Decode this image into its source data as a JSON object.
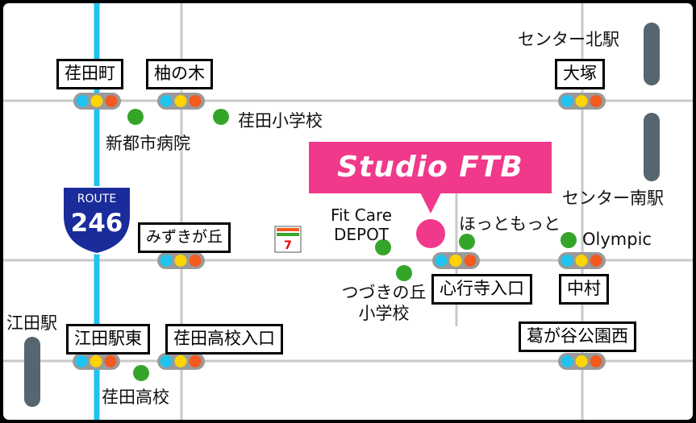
{
  "brand": {
    "name": "Studio FTB",
    "color": "#f0398a"
  },
  "route": {
    "top": "ROUTE",
    "number": "246",
    "color": "#1a2b9a"
  },
  "colors": {
    "road": "#c9c9c9",
    "highway": "#1ec3f0",
    "rail": "#566670",
    "poi": "#35a52a",
    "signal_blue": "#1ec3f0",
    "signal_yellow": "#ffd400",
    "signal_red": "#f25a1f"
  },
  "stations": {
    "center_kita": "センター北駅",
    "center_minami": "センター南駅",
    "eda": "江田駅"
  },
  "intersections": {
    "nishida_machi": "荏田町",
    "yuzu_no_ki": "柚の木",
    "otsuka": "大塚",
    "mizukigaoka": "みずきが丘",
    "shingyoji_iriguchi": "心行寺入口",
    "nakamura": "中村",
    "eda_eki_higashi": "江田駅東",
    "nishida_koko_iriguchi": "荏田高校入口",
    "kuzugaya_koen_nishi": "葛が谷公園西"
  },
  "pois": {
    "shin_toshi_hospital": "新都市病院",
    "nishida_elem": "荏田小学校",
    "fitcare_l1": "Fit Care",
    "fitcare_l2": "DEPOT",
    "hottomotto": "ほっともっと",
    "olympic": "Olympic",
    "tsuzuki_l1": "つづきの丘",
    "tsuzuki_l2": "小学校",
    "nishida_high": "荏田高校"
  }
}
